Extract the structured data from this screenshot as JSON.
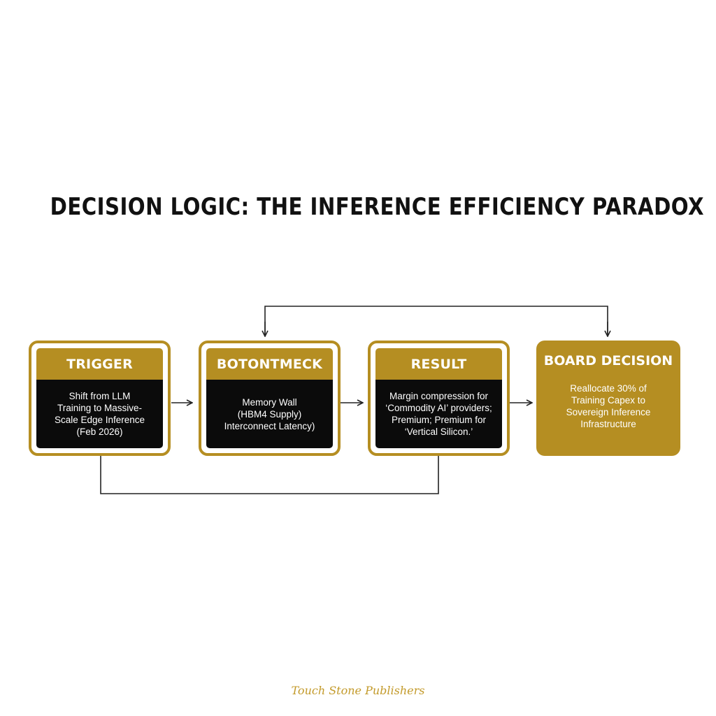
{
  "title": "DECISION LOGIC: THE INFERENCE EFFICIENCY PARADOX",
  "steps": [
    {
      "header": "TRIGGER",
      "text": "Shift from LLM\nTraining to Massive-\nScale Edge Inference\n(Feb 2026)"
    },
    {
      "header": "BOTONTMECK",
      "text": "Memory Wall\n(HBM4 Supply)\nInterconnect Latency)"
    },
    {
      "header": "RESULT",
      "text": "Margin compression for\n‘Commodity AI’ providers;\nPremium; Premium for\n‘Vertical Silicon.’"
    },
    {
      "header": "BOARD DECISION",
      "text": "Reallocate 30% of\nTraining Capex to\nSovereign Inference\nInfrastructure"
    }
  ],
  "publisher": "Touch Stone Publishers",
  "colors": {
    "gold": "#b58e22",
    "panel": "#0b0b0b",
    "line": "#222222",
    "publisher": "#c39a2a"
  }
}
